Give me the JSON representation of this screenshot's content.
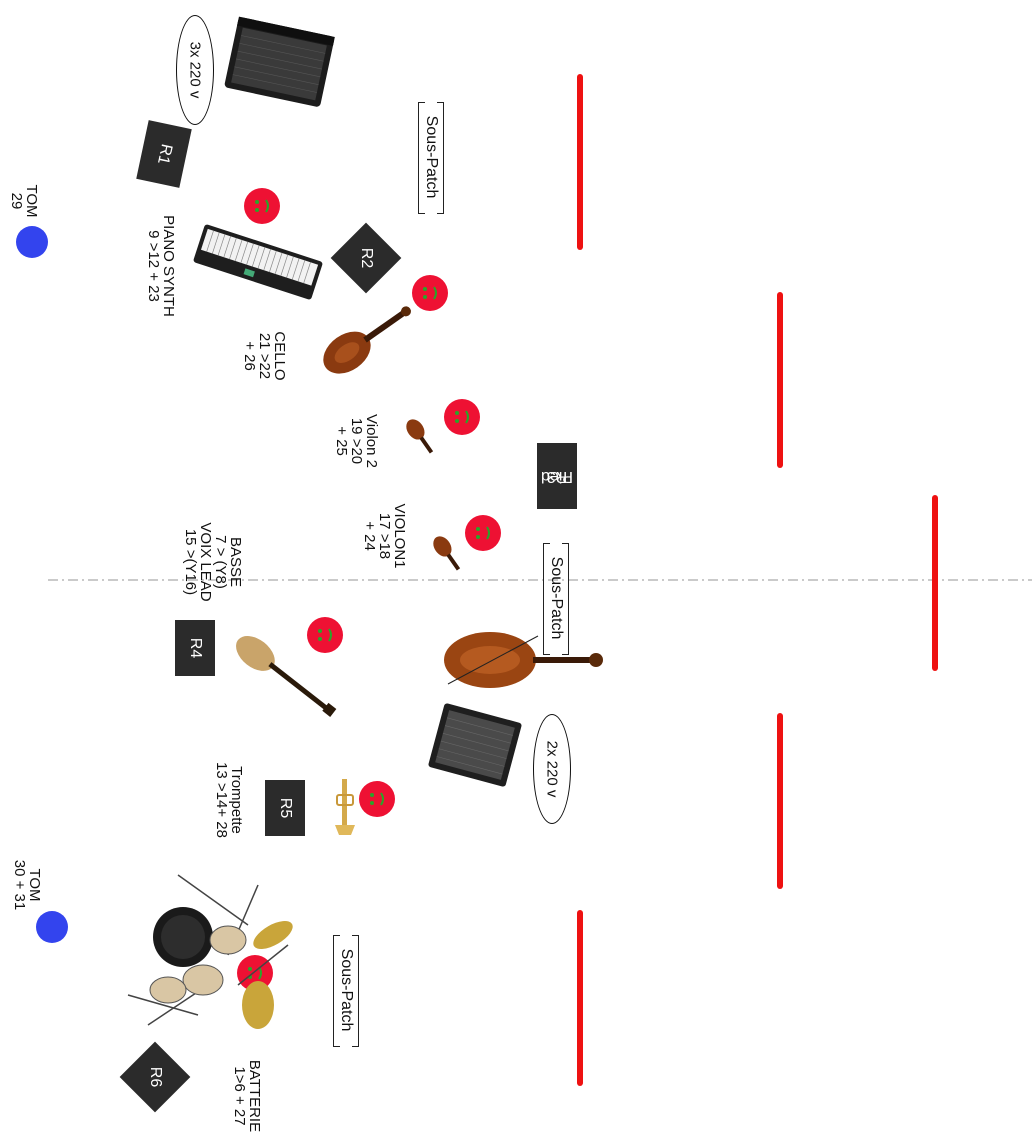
{
  "risers": {
    "r1": "R1",
    "r2": "R2",
    "r3_line1": "R3",
    "r3_line2": "Pied",
    "r4": "R4",
    "r5": "R5",
    "r6": "R6"
  },
  "power": {
    "top": "3x 220 v",
    "middle": "2x 220 v"
  },
  "sous_patch": {
    "top": "Sous-Patch",
    "middle": "Sous-Patch",
    "bottom": "Sous-Patch"
  },
  "toms": {
    "top_name": "TOM",
    "top_channel": "29",
    "bottom_name": "TOM",
    "bottom_channel": "30 + 31"
  },
  "instruments": {
    "piano_name": "PIANO SYNTH",
    "piano_channels": "9 >12 + 23",
    "cello_name": "CELLO",
    "cello_channels_1": "21 >22",
    "cello_channels_2": "+ 26",
    "violon2_name": "Violon 2",
    "violon2_channels_1": "19 >20",
    "violon2_channels_2": "+ 25",
    "violon1_name": "VIOLON1",
    "violon1_channels_1": "17 >18",
    "violon1_channels_2": "+ 24",
    "basse_name": "BASSE",
    "basse_channels": "7 > (Y8)",
    "voix_name": "VOIX LEAD",
    "voix_channels": "15 >(Y16)",
    "trompette_name": "Trompette",
    "trompette_channels": "13 >14+ 28",
    "batterie_name": "BATTERIE",
    "batterie_channels": "1>6 + 27"
  },
  "colors": {
    "riser": "#2b2b2b",
    "monitor_bar": "#ee1111",
    "musician": "#ee1133",
    "tom": "#3344ee"
  }
}
